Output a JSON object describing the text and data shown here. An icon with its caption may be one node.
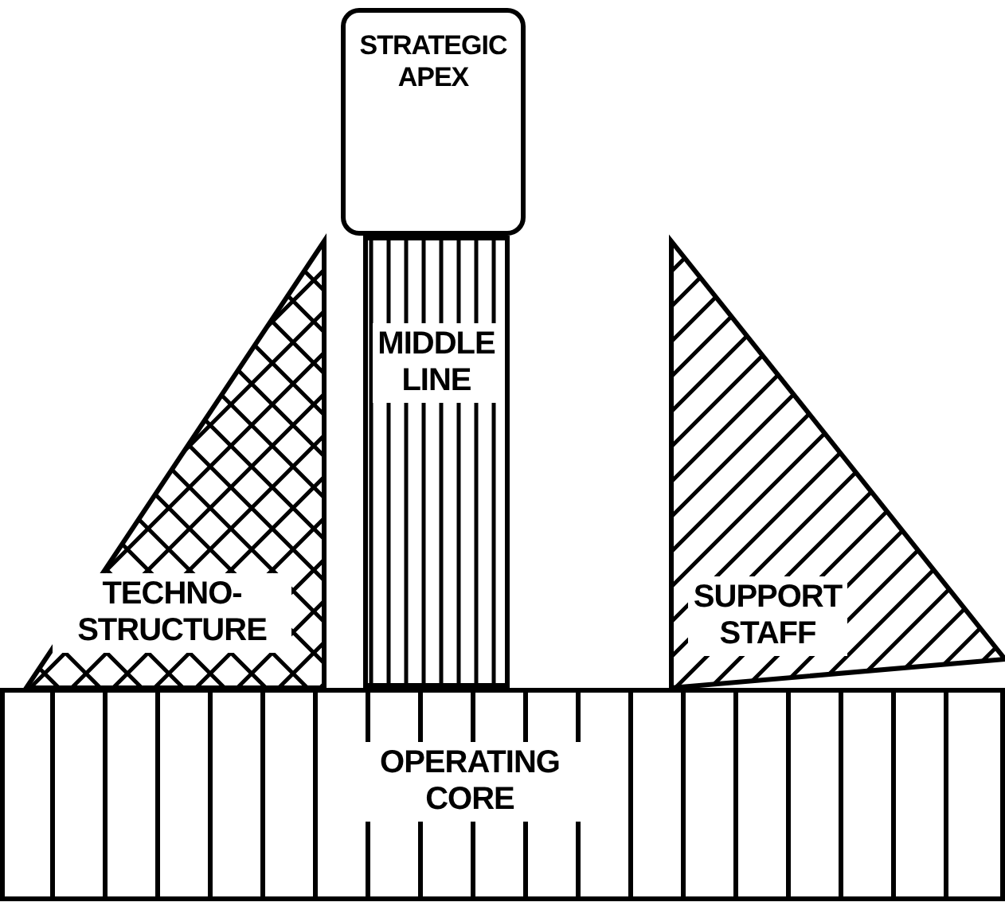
{
  "diagram": {
    "nodes": [
      {
        "text": [
          "STRATEGIC APEX"
        ]
      },
      {
        "text": [
          "MIDDLE LINE"
        ]
      },
      {
        "text": [
          "TECHNO- STRUCTURE"
        ]
      },
      {
        "text": [
          "SUPPORT STAFF"
        ]
      },
      {
        "text": [
          "OPERATING CORE"
        ]
      }
    ]
  }
}
